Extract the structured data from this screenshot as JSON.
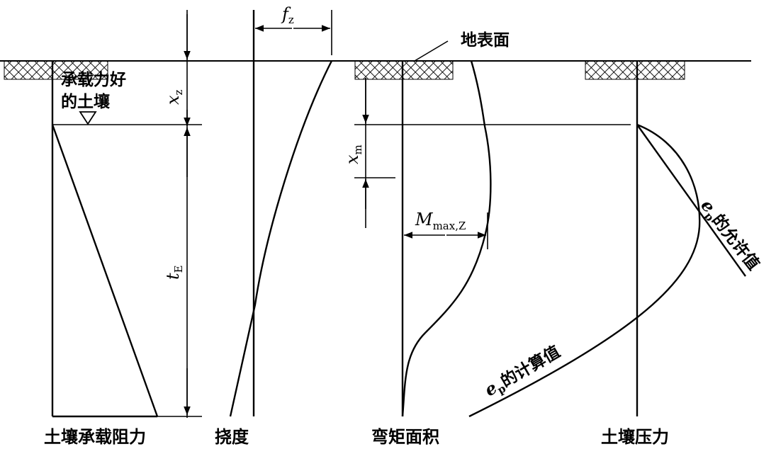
{
  "labels": {
    "ground_surface": "地表面",
    "good_soil_line1": "承载力好",
    "good_soil_line2": "的土壤",
    "ep_allowable": "的允许值",
    "ep_calculated": "的计算值",
    "ep_symbol": "e",
    "ep_sub": "p"
  },
  "dimensions": {
    "fz": {
      "symbol": "f",
      "sub": "z"
    },
    "xz": {
      "symbol": "x",
      "sub": "z"
    },
    "tE": {
      "symbol": "t",
      "sub": "E"
    },
    "xm": {
      "symbol": "x",
      "sub": "m"
    },
    "mmax": {
      "symbol": "M",
      "sub": "max,Z"
    }
  },
  "panels": [
    {
      "id": "soil-resistance",
      "title": "土壤承载阻力"
    },
    {
      "id": "deflection",
      "title": "挠度"
    },
    {
      "id": "moment-area",
      "title": "弯矩面积"
    },
    {
      "id": "earth-pressure",
      "title": "土壤压力"
    }
  ]
}
